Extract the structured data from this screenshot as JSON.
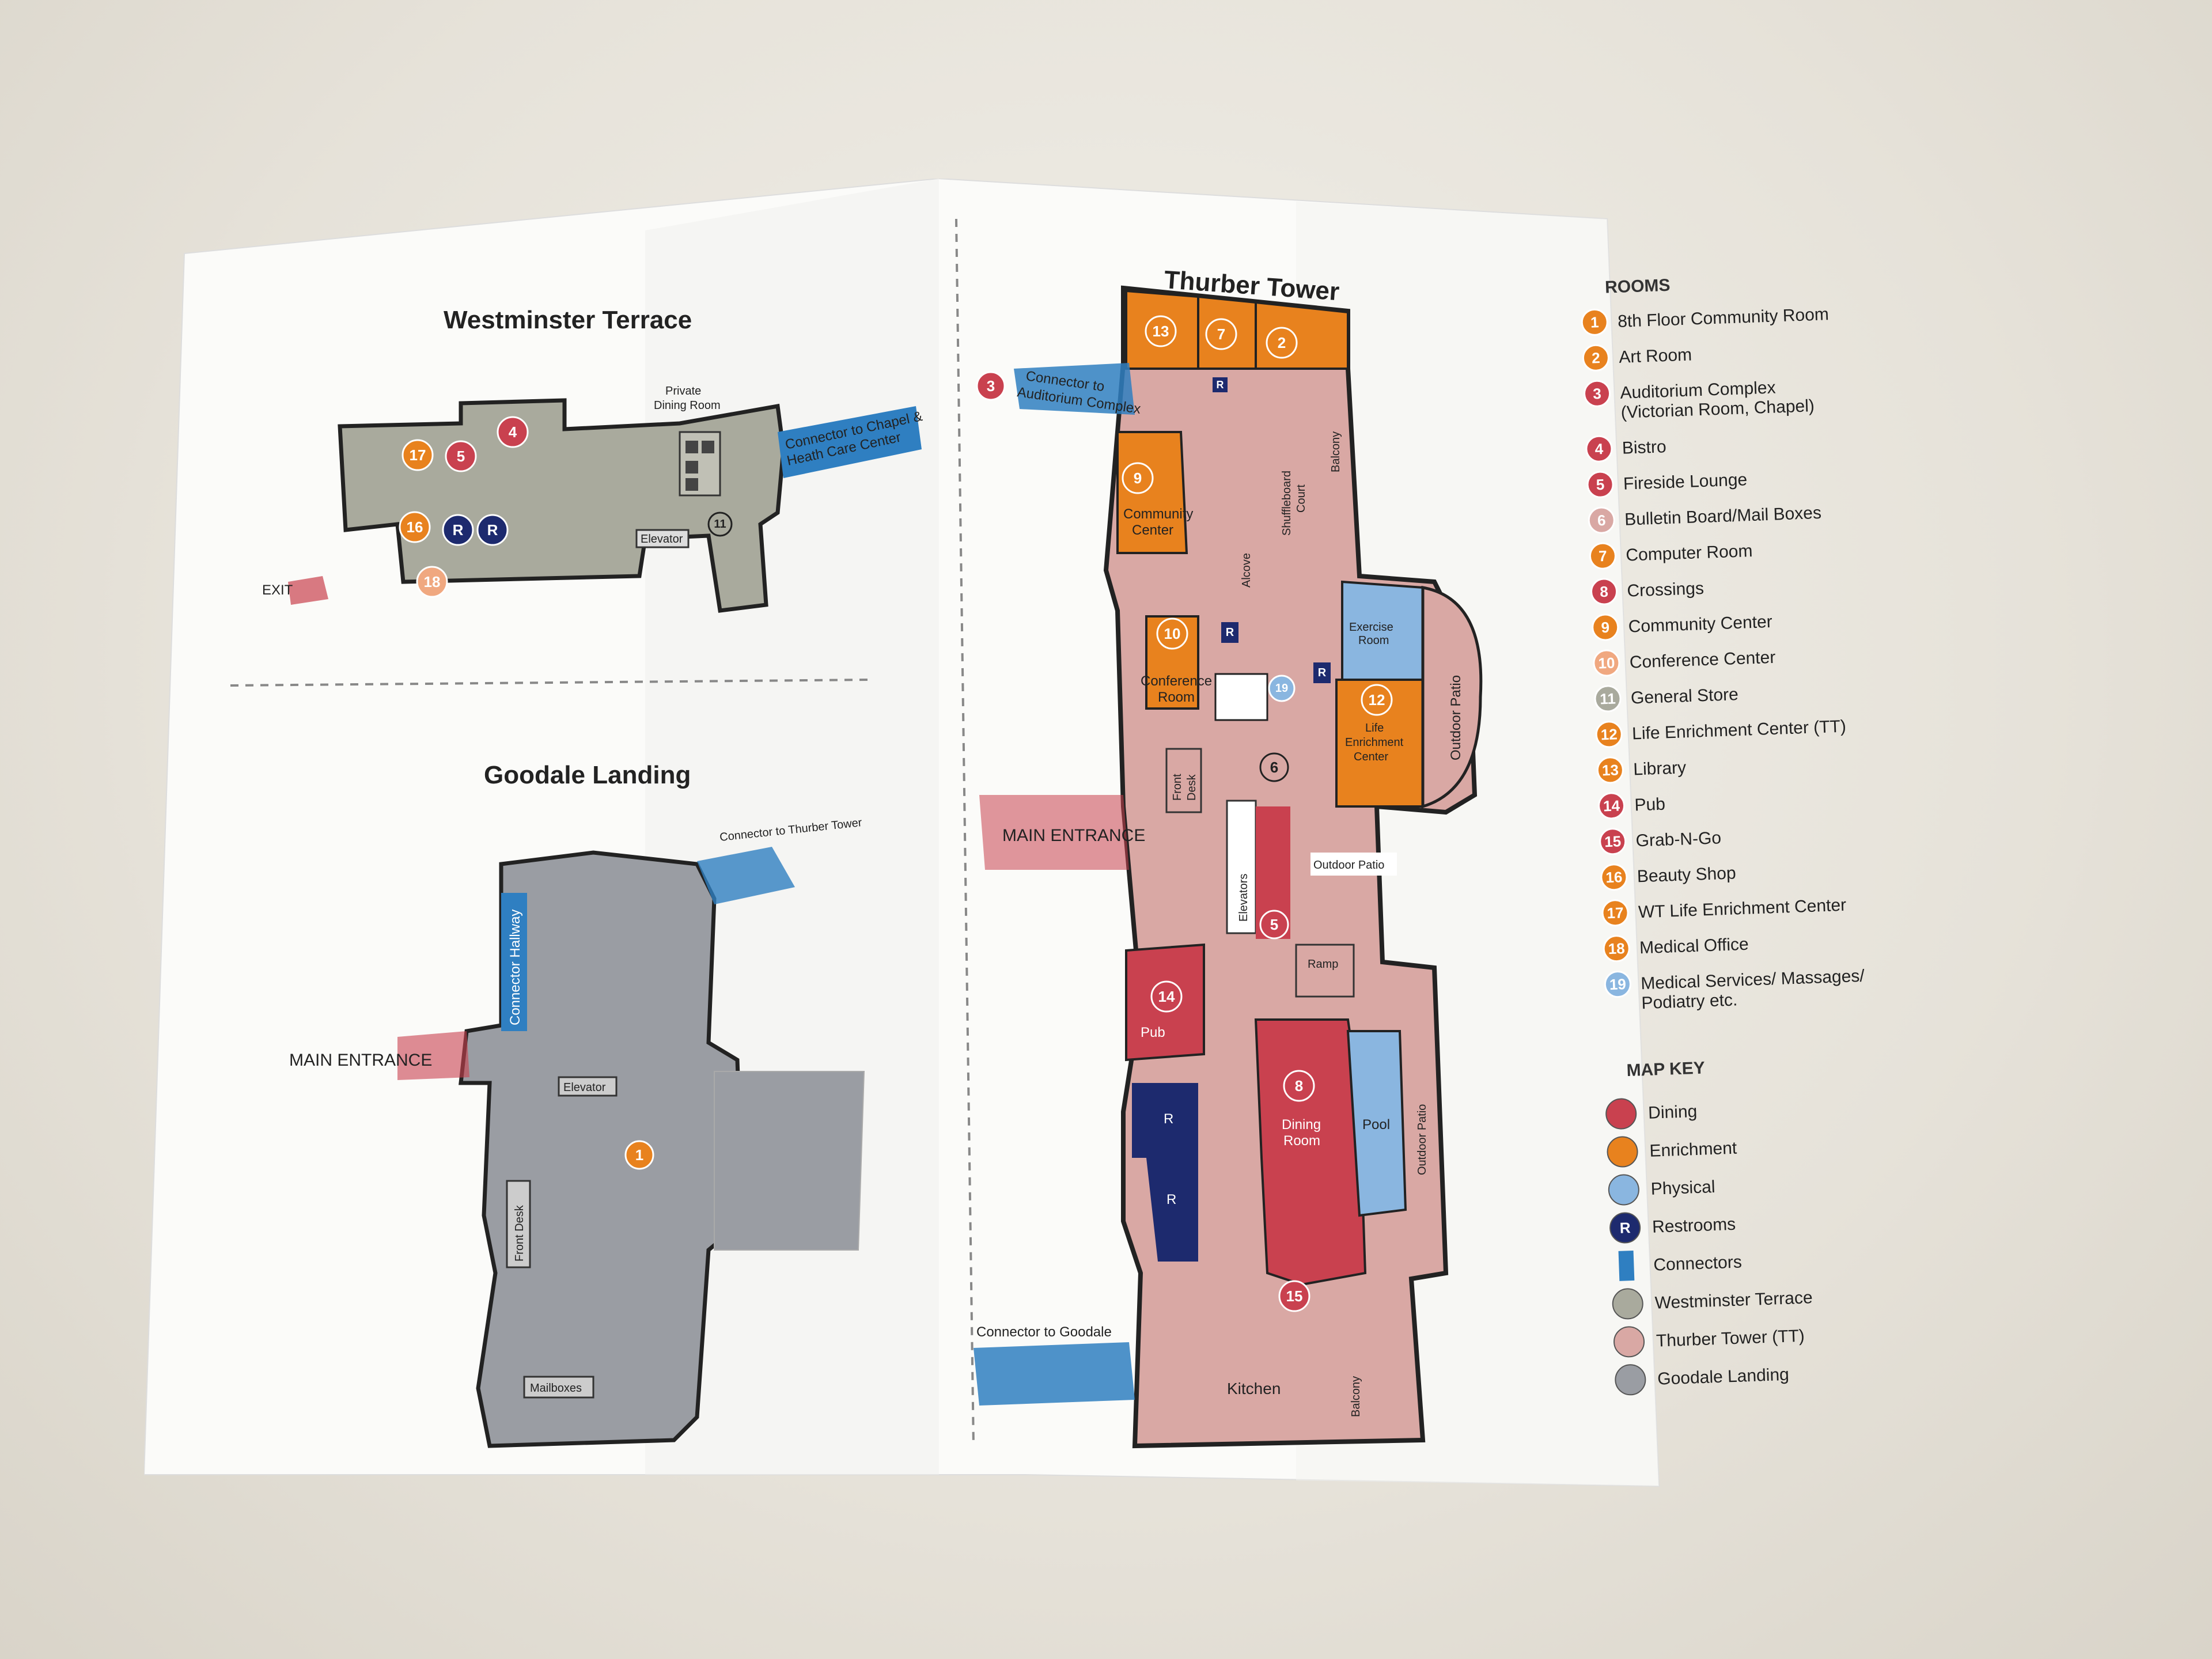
{
  "westminster": {
    "title": "Westminster Terrace",
    "private_dining": [
      "Private",
      "Dining Room"
    ],
    "connector": [
      "Connector to Chapel &",
      "Heath Care Center"
    ],
    "elevator": "Elevator",
    "exit": "EXIT"
  },
  "goodale": {
    "title": "Goodale Landing",
    "connector": "Connector to Thurber Tower",
    "hallway": "Connector Hallway",
    "main_entrance": "MAIN ENTRANCE",
    "elevator": "Elevator",
    "front_desk": "Front Desk",
    "mailboxes": "Mailboxes"
  },
  "thurber": {
    "title": "Thurber Tower",
    "connector_auditorium": [
      "Connector to",
      "Auditorium Complex"
    ],
    "community_center": [
      "Community",
      "Center"
    ],
    "shuffleboard": [
      "Shuffleboard",
      "Court"
    ],
    "balcony": "Balcony",
    "alcove": "Alcove",
    "exercise_room": [
      "Exercise",
      "Room"
    ],
    "conference_room": [
      "Conference",
      "Room"
    ],
    "life_enrichment": [
      "Life",
      "Enrichment",
      "Center"
    ],
    "outdoor_patio": "Outdoor Patio",
    "front_desk": [
      "Front",
      "Desk"
    ],
    "main_entrance": "MAIN ENTRANCE",
    "elevators": "Elevators",
    "outdoor_patio_2": "Outdoor Patio",
    "ramp": "Ramp",
    "pub": "Pub",
    "dining_room": [
      "Dining",
      "Room"
    ],
    "pool": "Pool",
    "outdoor_patio_3": "Outdoor Patio",
    "connector_goodale": "Connector to Goodale",
    "kitchen": "Kitchen",
    "balcony_2": "Balcony",
    "restroom": "R"
  },
  "legend": {
    "rooms_heading": "ROOMS",
    "rooms": [
      {
        "num": "1",
        "label": "8th Floor Community Room",
        "color": "#e8821e"
      },
      {
        "num": "2",
        "label": "Art Room",
        "color": "#e8821e"
      },
      {
        "num": "3",
        "label": "Auditorium Complex",
        "label2": "(Victorian Room, Chapel)",
        "color": "#c9414f"
      },
      {
        "num": "4",
        "label": "Bistro",
        "color": "#c9414f"
      },
      {
        "num": "5",
        "label": "Fireside Lounge",
        "color": "#c9414f"
      },
      {
        "num": "6",
        "label": "Bulletin Board/Mail Boxes",
        "color": "#d9a8a4"
      },
      {
        "num": "7",
        "label": "Computer Room",
        "color": "#e8821e"
      },
      {
        "num": "8",
        "label": "Crossings",
        "color": "#c9414f"
      },
      {
        "num": "9",
        "label": "Community Center",
        "color": "#e8821e"
      },
      {
        "num": "10",
        "label": "Conference Center",
        "color": "#f0a880"
      },
      {
        "num": "11",
        "label": "General Store",
        "color": "#a9aa9d"
      },
      {
        "num": "12",
        "label": "Life Enrichment Center (TT)",
        "color": "#e8821e"
      },
      {
        "num": "13",
        "label": "Library",
        "color": "#e8821e"
      },
      {
        "num": "14",
        "label": "Pub",
        "color": "#c9414f"
      },
      {
        "num": "15",
        "label": "Grab-N-Go",
        "color": "#c9414f"
      },
      {
        "num": "16",
        "label": "Beauty Shop",
        "color": "#e8821e"
      },
      {
        "num": "17",
        "label": "WT Life Enrichment Center",
        "color": "#e8821e"
      },
      {
        "num": "18",
        "label": "Medical Office",
        "color": "#e8821e"
      },
      {
        "num": "19",
        "label": "Medical Services/ Massages/",
        "label2": "Podiatry etc.",
        "color": "#8ab6e0"
      }
    ],
    "key_heading": "MAP KEY",
    "key": [
      {
        "label": "Dining",
        "color": "#c9414f",
        "kind": "dot"
      },
      {
        "label": "Enrichment",
        "color": "#e8821e",
        "kind": "dot"
      },
      {
        "label": "Physical",
        "color": "#8ab6e0",
        "kind": "dot"
      },
      {
        "label": "Restrooms",
        "color": "#1d2a6e",
        "kind": "restroom",
        "mark": "R"
      },
      {
        "label": "Connectors",
        "color": "#2f7fc1",
        "kind": "connector"
      },
      {
        "label": "Westminster Terrace",
        "color": "#a9aa9d",
        "kind": "dot"
      },
      {
        "label": "Thurber Tower (TT)",
        "color": "#d9a8a4",
        "kind": "dot"
      },
      {
        "label": "Goodale Landing",
        "color": "#9a9da3",
        "kind": "dot"
      }
    ]
  }
}
